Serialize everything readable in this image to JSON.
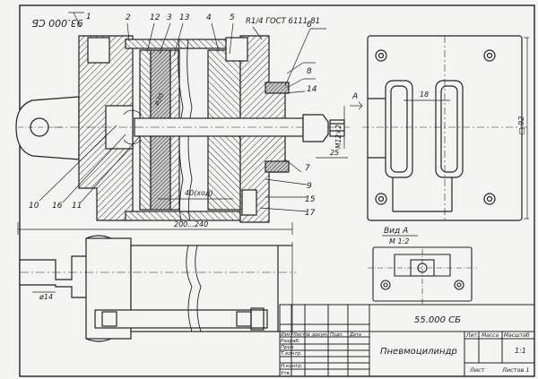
{
  "drawing": {
    "corner_code": "93.000 СБ",
    "part_numbers": {
      "p1": "1",
      "p2": "2",
      "p12": "12",
      "p13": "13",
      "p3": "3",
      "p4": "4",
      "p5": "5",
      "p6": "6",
      "p8": "8",
      "p14": "14",
      "p7": "7",
      "p9": "9",
      "p15": "15",
      "p17": "17",
      "p10": "10",
      "p16": "16",
      "p11": "11"
    },
    "thread_note": "R1/4 ГОСТ 6111-81",
    "dimensions": {
      "stroke": "40(ход)",
      "overall_length": "200...240",
      "thread": "М12×2",
      "dim25": "25",
      "dim18": "18",
      "square92": "□ 92",
      "dia14": "ø14",
      "dia30": "ø30"
    },
    "view_a": {
      "arrow_label": "А",
      "title": "Вид А",
      "scale": "М 1:2"
    }
  },
  "title_block": {
    "code": "55.000 СБ",
    "name": "Пневмоцилиндр",
    "col_lit": "Лит.",
    "col_mass": "Масса",
    "col_scale": "Масштаб",
    "scale_value": "1:1",
    "sheet_label": "Лист",
    "sheets_label": "Листов 1",
    "row_headers": [
      "Изм",
      "Лист",
      "№ докум.",
      "Подп.",
      "Дата"
    ],
    "roles": [
      "Разраб.",
      "Пров.",
      "Т.контр.",
      "",
      "Н.контр.",
      "Утв."
    ]
  }
}
